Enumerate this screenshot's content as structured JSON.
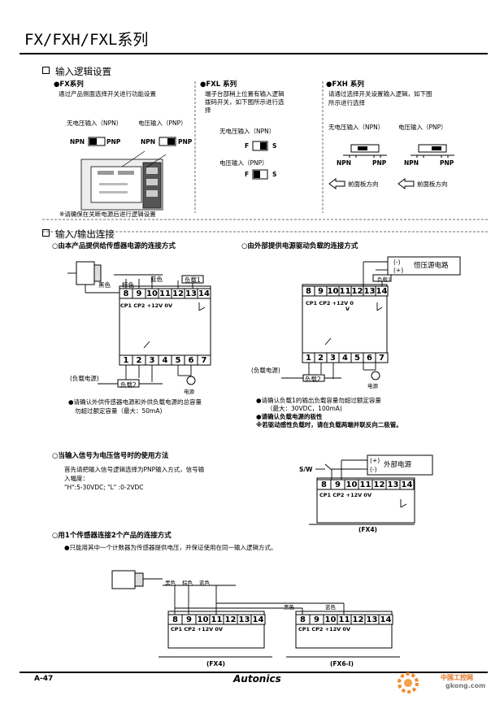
{
  "header": {
    "title": "FX/FXH/FXL系列"
  },
  "logic": {
    "heading": "输入逻辑设置",
    "fx": {
      "name": "FX系列",
      "desc": "通过产品侧面选择开关进行功能设置",
      "npn_label": "无电压输入（NPN）",
      "pnp_label": "电压输入（PNP）",
      "npn": "NPN",
      "pnp": "PNP",
      "note": "※请确保在关断电源后进行逻辑设置"
    },
    "fxl": {
      "name": "FXL 系列",
      "desc": [
        "端子台部稍上位置有输入逻辑",
        "拨码开关，如下图所示进行选",
        "择"
      ],
      "npn_label": "无电压输入（NPN）",
      "pnp_label": "电压输入（PNP）",
      "f": "F",
      "s": "S"
    },
    "fxh": {
      "name": "FXH 系列",
      "desc": [
        "请通过选择开关设置输入逻辑，如下图",
        "所示进行选择"
      ],
      "npn_label": "无电压输入（NPN）",
      "pnp_label": "电压输入（PNP）",
      "npn": "NPN",
      "pnp": "PNP",
      "front": "前面板方向"
    }
  },
  "io": {
    "heading": "输入/输出连接",
    "left": {
      "title": "由本产品提供给传感器电源的连接方式",
      "wire1": "黑色",
      "wire2": "棕色",
      "wire3": "蓝色",
      "load1": "负载1",
      "load2": "负载2",
      "loadpower": "(负载电源)",
      "power": "电源",
      "cp": "CP1 CP2 +12V  0V",
      "note1": "●请确认外供传感器电源和外供负载电源的总容量",
      "note2": "勿超过额定容量（最大：50mA)"
    },
    "right": {
      "title": "由外部提供电源驱动负载的连接方式",
      "minus": "(-)",
      "plus": "(+)",
      "cpower": "恒压源电路",
      "load1": "负载1",
      "load2": "负载2",
      "loadpower": "(负载电源)",
      "power": "电源",
      "cp": "CP1 CP2 +12V  0",
      "zv": "V",
      "note1": "●请确认负载1的输出负载容量勿超过额定容量",
      "note1b": "（最大：30VDC，100mA)",
      "note2": "●请确认负载电源的极性",
      "note3": "※若驱动感性负载时，请在负载两端并联反向二极管。"
    },
    "voltage": {
      "title": "当输入信号为电压信号时的使用方法",
      "line1": "首先请把输入信号逻辑选择为PNP输入方式，信号输",
      "line2": "入幅度：",
      "line3": "\"H\":5-30VDC;   \"L\" :0-2VDC",
      "sw": "S/W",
      "plus": "(+)",
      "minus": "(-)",
      "extpower": "外部电源",
      "cp": "CP1  CP2 +12V   0V",
      "model": "(FX4)"
    },
    "two": {
      "title": "用1个传感器连接2个产品的连接方式",
      "note": "●只能用其中一个计数器为传感器提供电压，并保证使用在同一输入逻辑方式。",
      "wire1": "黑色",
      "wire2": "棕色",
      "wire3": "蓝色",
      "wire4": "黑色",
      "wire5": "蓝色",
      "cp": "CP1 CP2 +12V  0V",
      "model1": "(FX4)",
      "model2": "(FX6-I)"
    },
    "terminals_top": [
      "8",
      "9",
      "10",
      "11",
      "12",
      "13",
      "14"
    ],
    "terminals_bottom": [
      "1",
      "2",
      "3",
      "4",
      "5",
      "6",
      "7"
    ]
  },
  "footer": {
    "page": "A-47",
    "brand": "Autonics",
    "watermark1": "中国工控网",
    "watermark2": "gkong.com"
  }
}
